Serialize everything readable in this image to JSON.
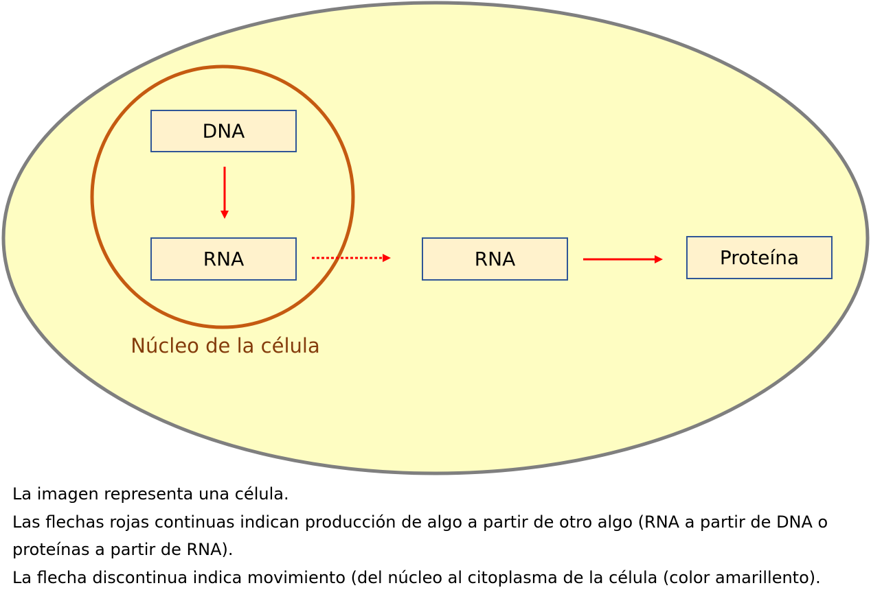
{
  "colors": {
    "cytoplasm_fill": "#fefdc2",
    "cell_border": "#7f7f7f",
    "nucleus_border": "#c55a11",
    "nucleus_label": "#843c0c",
    "box_fill": "#fff2cc",
    "box_border": "#2f5597",
    "arrow": "#ff0000"
  },
  "diagram": {
    "nucleus_label": "Núcleo de la célula",
    "boxes": {
      "dna_nucleus": "DNA",
      "rna_nucleus": "RNA",
      "rna_cytoplasm": "RNA",
      "protein": "Proteína"
    }
  },
  "caption": {
    "lines": [
      "La imagen representa una célula.",
      "Las flechas rojas continuas indican producción de algo a partir de otro algo (RNA a partir de DNA o proteínas a partir de RNA).",
      "La flecha discontinua indica movimiento (del núcleo al citoplasma de la célula (color amarillento)."
    ]
  }
}
